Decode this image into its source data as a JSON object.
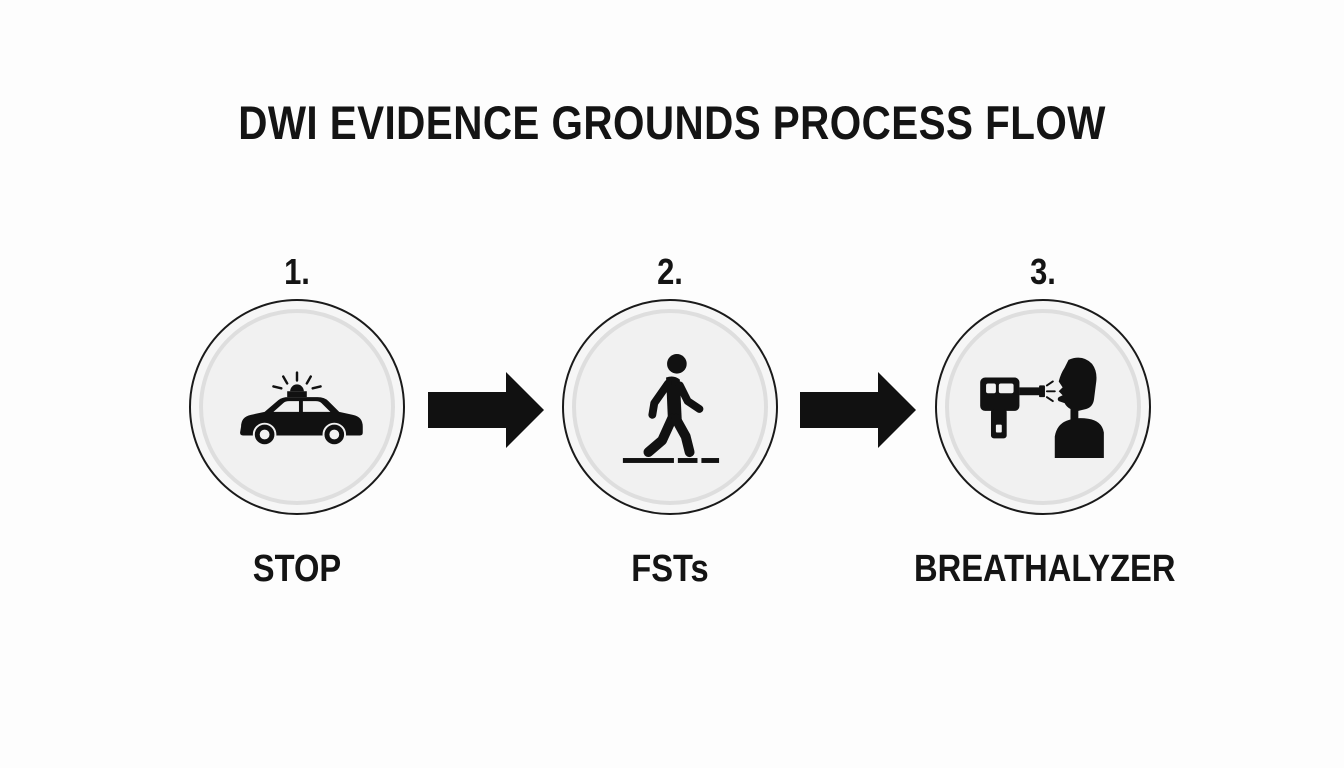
{
  "title": "DWI EVIDENCE GROUNDS PROCESS FLOW",
  "steps": [
    {
      "number": "1.",
      "label": "STOP",
      "icon": "police-car-icon"
    },
    {
      "number": "2.",
      "label": "FSTs",
      "icon": "walking-person-icon"
    },
    {
      "number": "3.",
      "label": "BREATHALYZER",
      "icon": "breathalyzer-icon"
    }
  ],
  "connectors": [
    {
      "icon": "arrow-right-icon"
    },
    {
      "icon": "arrow-right-icon"
    }
  ],
  "colors": {
    "ink": "#111111",
    "circle_fill": "#f1f1f1",
    "circle_ring": "#dedede",
    "background": "#fdfdfd"
  }
}
